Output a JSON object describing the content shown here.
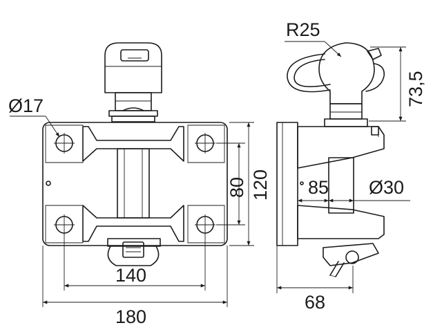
{
  "dimensions": {
    "hole_diameter": "Ø17",
    "ball_radius": "R25",
    "pin_height": "73,5",
    "hole_spacing_vertical": "80",
    "plate_height": "120",
    "pin_offset": "85",
    "shaft_diameter": "Ø30",
    "hole_spacing_horizontal": "140",
    "plate_width": "180",
    "side_depth": "68"
  },
  "colors": {
    "line": "#1a1a1a",
    "background": "#ffffff"
  }
}
